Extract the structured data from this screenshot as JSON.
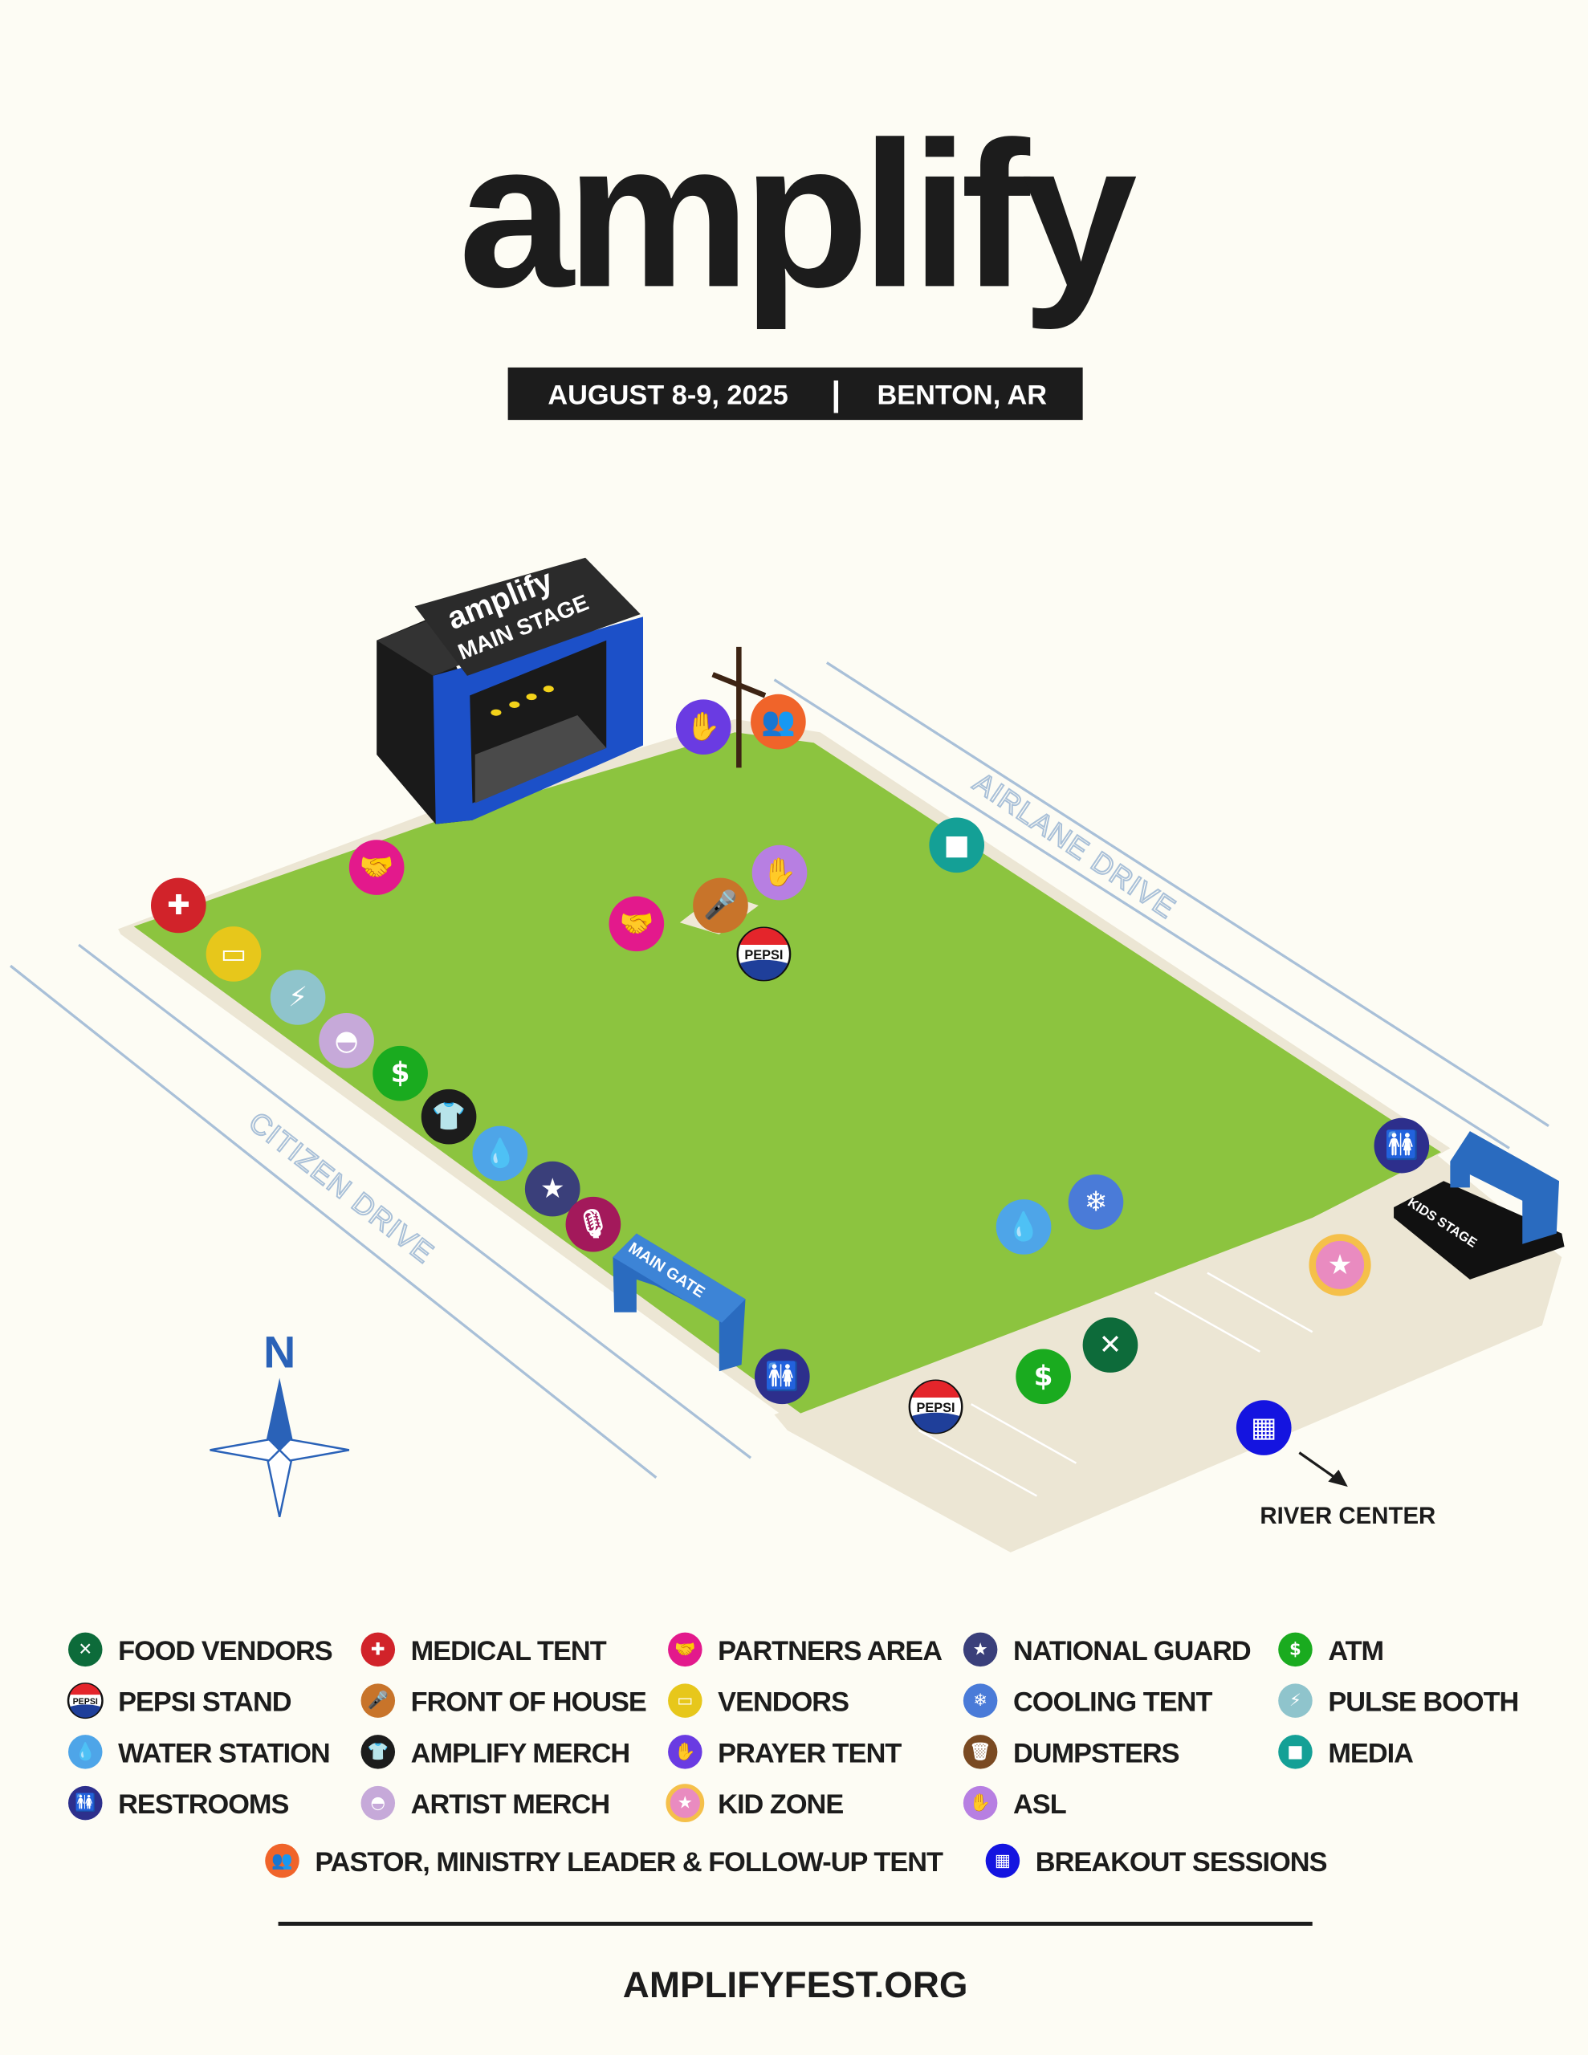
{
  "header": {
    "logo": "amplify",
    "date": "AUGUST 8-9, 2025",
    "separator": "|",
    "location": "BENTON, AR"
  },
  "map": {
    "main_stage_logo": "amplify",
    "main_stage_label": "MAIN STAGE",
    "kids_stage_label": "KIDS STAGE",
    "main_gate_label": "MAIN GATE",
    "road_citizen": "CITIZEN DRIVE",
    "road_airlane": "AIRLANE DRIVE",
    "river_center": "RIVER CENTER",
    "compass_north": "N",
    "pepsi_text": "PEPSI"
  },
  "legend": [
    {
      "key": "food",
      "label": "FOOD VENDORS",
      "icon": "fork-knife-icon",
      "color": "#0d6b3a"
    },
    {
      "key": "medical",
      "label": "MEDICAL TENT",
      "icon": "medical-cross-icon",
      "color": "#d1232a"
    },
    {
      "key": "partners",
      "label": "PARTNERS AREA",
      "icon": "handshake-icon",
      "color": "#e3198c"
    },
    {
      "key": "guard",
      "label": "NATIONAL GUARD",
      "icon": "national-guard-seal-icon",
      "color": "#3a3f7a"
    },
    {
      "key": "atm",
      "label": "ATM",
      "icon": "dollar-icon",
      "color": "#1aab1f"
    },
    {
      "key": "pepsi",
      "label": "PEPSI STAND",
      "icon": "pepsi-logo-icon",
      "color": "#1f3f9a"
    },
    {
      "key": "foh",
      "label": "FRONT OF HOUSE",
      "icon": "microphone-icon",
      "color": "#c8742a"
    },
    {
      "key": "vendors",
      "label": "VENDORS",
      "icon": "storefront-icon",
      "color": "#e7c71b"
    },
    {
      "key": "cooling",
      "label": "COOLING TENT",
      "icon": "snowflake-icon",
      "color": "#4a7bd8"
    },
    {
      "key": "pulse",
      "label": "PULSE BOOTH",
      "icon": "pulse-icon",
      "color": "#8fc4cc"
    },
    {
      "key": "water",
      "label": "WATER STATION",
      "icon": "water-drop-icon",
      "color": "#4ea5e8"
    },
    {
      "key": "amerch",
      "label": "AMPLIFY MERCH",
      "icon": "tshirt-icon",
      "color": "#1c1c1c"
    },
    {
      "key": "prayer",
      "label": "PRAYER TENT",
      "icon": "praying-hands-icon",
      "color": "#6a3be2"
    },
    {
      "key": "dumpsters",
      "label": "DUMPSTERS",
      "icon": "trash-can-icon",
      "color": "#7a4a22"
    },
    {
      "key": "media",
      "label": "MEDIA",
      "icon": "video-camera-icon",
      "color": "#14a096"
    },
    {
      "key": "restrooms",
      "label": "RESTROOMS",
      "icon": "restroom-icon",
      "color": "#2d2f8c"
    },
    {
      "key": "artist",
      "label": "ARTIST MERCH",
      "icon": "cap-icon",
      "color": "#c6a9d9"
    },
    {
      "key": "kid",
      "label": "KID ZONE",
      "icon": "star-icon",
      "color": "#e98bc0"
    },
    {
      "key": "asl",
      "label": "ASL",
      "icon": "sign-language-icon",
      "color": "#b77fe2"
    },
    {
      "key": "pastor",
      "label": "PASTOR, MINISTRY LEADER & FOLLOW-UP TENT",
      "icon": "people-group-icon",
      "color": "#f0642a"
    },
    {
      "key": "breakout",
      "label": "BREAKOUT SESSIONS",
      "icon": "breakout-session-icon",
      "color": "#1414e0"
    }
  ],
  "footer": {
    "website": "AMPLIFYFEST.ORG"
  }
}
